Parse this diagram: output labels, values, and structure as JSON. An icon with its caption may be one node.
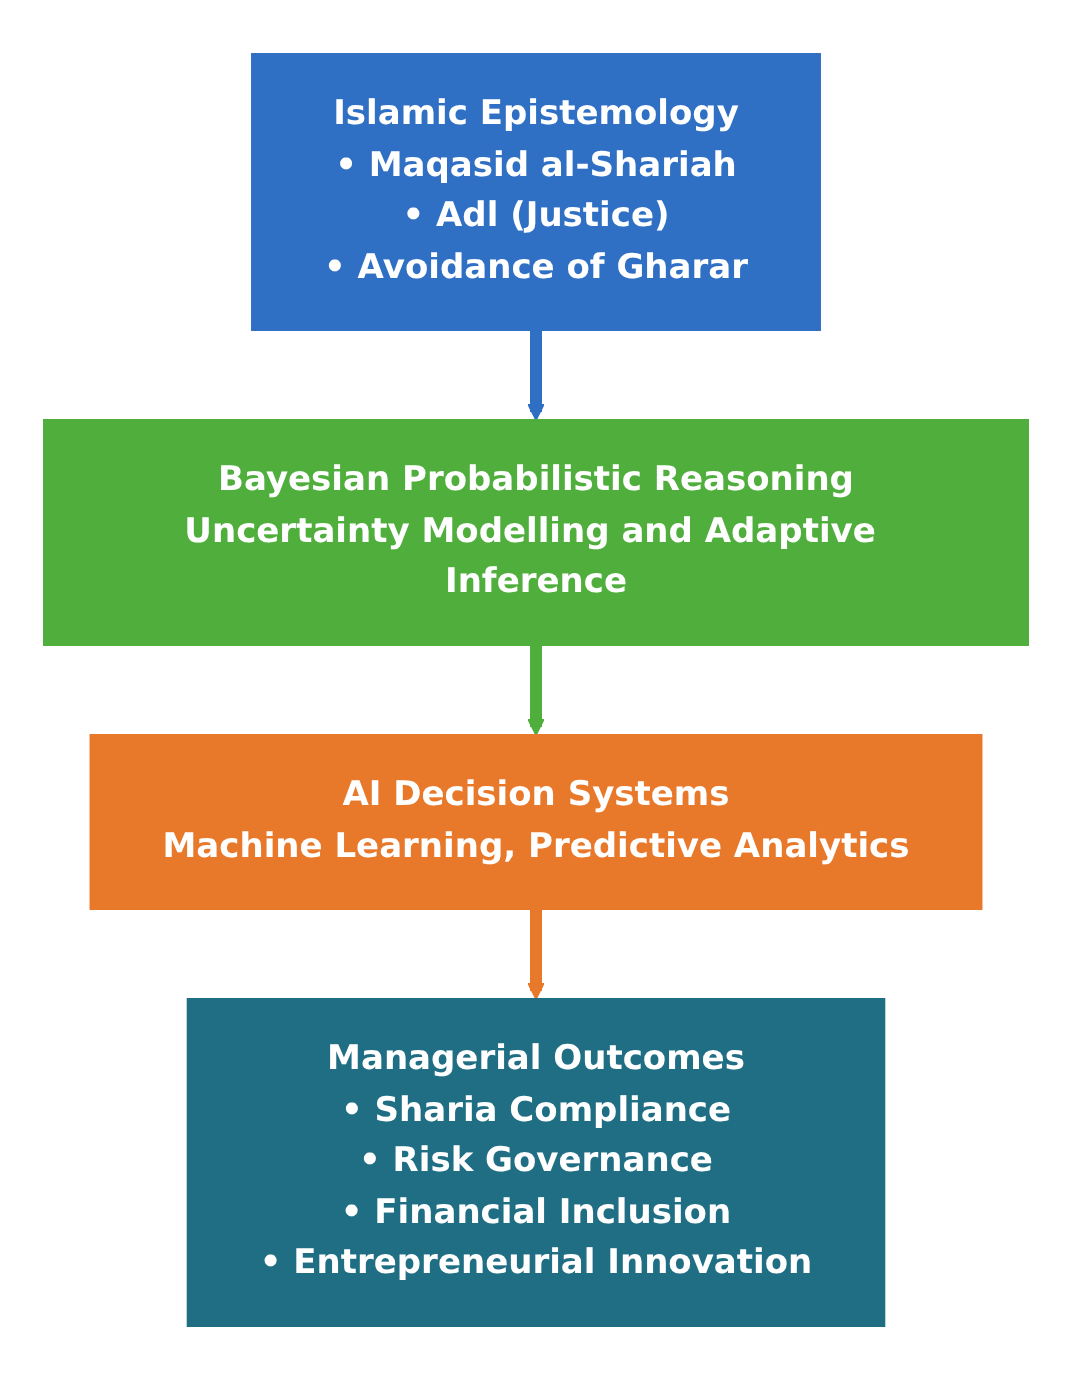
{
  "diagram": {
    "nodes": [
      {
        "text": [
          "Islamic Epistemology",
          "• Maqasid al-Shariah",
          "• Adl (Justice)",
          "• Avoidance of Gharar"
        ]
      },
      {
        "text": [
          "Bayesian Probabilistic Reasoning",
          "Uncertainty Modelling and Adaptive Inference"
        ]
      },
      {
        "text": [
          "AI Decision Systems",
          "Machine Learning, Predictive Analytics"
        ]
      },
      {
        "text": [
          "Managerial Outcomes",
          "• Sharia Compliance",
          "• Risk Governance",
          "• Financial Inclusion",
          "• Entrepreneurial Innovation"
        ]
      }
    ],
    "edges": [
      {
        "from": 0,
        "to": 1,
        "arrow": "to",
        "color": "#2f6fc4"
      },
      {
        "from": 1,
        "to": 2,
        "arrow": "to",
        "color": "#4fae3c"
      },
      {
        "from": 2,
        "to": 3,
        "arrow": "to",
        "color": "#e8782a"
      }
    ]
  }
}
